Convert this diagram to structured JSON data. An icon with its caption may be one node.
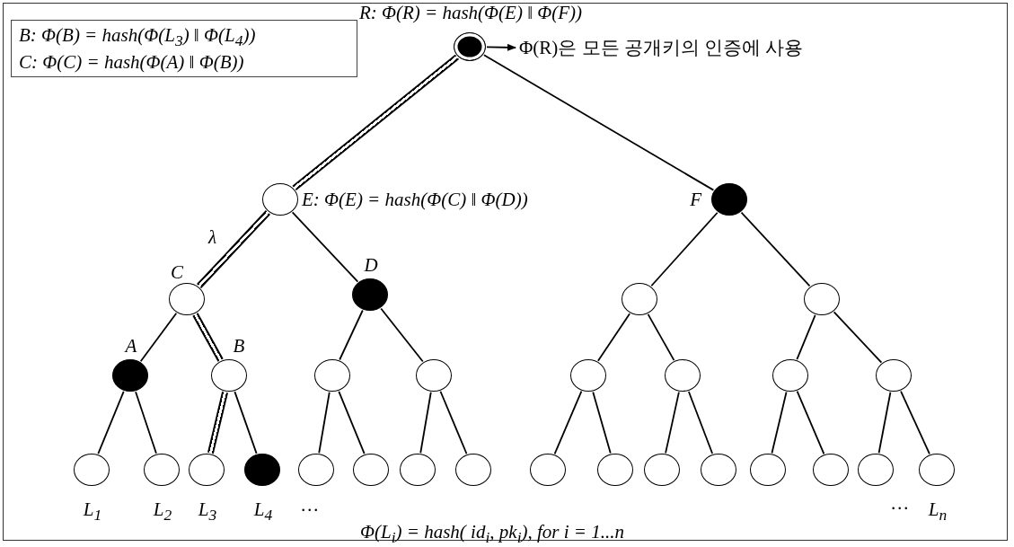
{
  "diagram": {
    "nodes": [
      {
        "text": [
          "B: Φ(B) = hash(Φ(L$_{3}$) ‖ Φ(L$_{4}$))",
          "C: Φ(C) = hash(Φ(A) ‖ Φ(B))"
        ]
      },
      {
        "text": [
          "R: Φ(R) = hash(Φ(E) ‖ Φ(F))"
        ]
      },
      {
        "text": [
          "Φ(R)은 모든 공개키의 인증에 사용"
        ]
      },
      {
        "text": [
          "E: Φ(E) = hash(Φ(C) ‖ Φ(D))"
        ]
      },
      {
        "text": [
          "F"
        ]
      },
      {
        "text": [
          "C"
        ]
      },
      {
        "text": [
          "D"
        ]
      },
      {
        "text": [],
        "shape": "circle"
      },
      {
        "text": [],
        "shape": "circle"
      },
      {
        "text": [
          "A"
        ]
      },
      {
        "text": [
          "B"
        ]
      },
      {
        "text": [],
        "shape": "circle"
      },
      {
        "text": [],
        "shape": "circle"
      },
      {
        "text": [],
        "shape": "circle"
      },
      {
        "text": [],
        "shape": "circle"
      },
      {
        "text": [],
        "shape": "circle"
      },
      {
        "text": [],
        "shape": "circle"
      },
      {
        "text": [
          "L$_{1}$"
        ]
      },
      {
        "text": [
          "L$_{2}$"
        ]
      },
      {
        "text": [
          "L$_{3}$"
        ]
      },
      {
        "text": [
          "L$_{4}$"
        ]
      },
      {
        "text": [],
        "shape": "circle"
      },
      {
        "text": [],
        "shape": "circle"
      },
      {
        "text": [],
        "shape": "circle"
      },
      {
        "text": [],
        "shape": "circle"
      },
      {
        "text": [],
        "shape": "circle"
      },
      {
        "text": [],
        "shape": "circle"
      },
      {
        "text": [],
        "shape": "circle"
      },
      {
        "text": [],
        "shape": "circle"
      },
      {
        "text": [],
        "shape": "circle"
      },
      {
        "text": [],
        "shape": "circle"
      },
      {
        "text": [],
        "shape": "circle"
      },
      {
        "text": [
          "L$_{n}$"
        ]
      }
    ],
    "edges": [
      {
        "from": 1,
        "to": 2,
        "arrow": "to"
      },
      {
        "from": 1,
        "to": 3,
        "arrow": "none",
        "style": "thick"
      },
      {
        "from": 1,
        "to": 4,
        "arrow": "none"
      },
      {
        "from": 3,
        "to": 5,
        "arrow": "none",
        "style": "thick",
        "label": "λ"
      },
      {
        "from": 3,
        "to": 6,
        "arrow": "none"
      },
      {
        "from": 4,
        "to": 7,
        "arrow": "none"
      },
      {
        "from": 4,
        "to": 8,
        "arrow": "none"
      },
      {
        "from": 5,
        "to": 9,
        "arrow": "none"
      },
      {
        "from": 5,
        "to": 10,
        "arrow": "none",
        "style": "thick"
      },
      {
        "from": 6,
        "to": 11,
        "arrow": "none"
      },
      {
        "from": 6,
        "to": 12,
        "arrow": "none"
      },
      {
        "from": 7,
        "to": 13,
        "arrow": "none"
      },
      {
        "from": 7,
        "to": 14,
        "arrow": "none"
      },
      {
        "from": 8,
        "to": 15,
        "arrow": "none"
      },
      {
        "from": 8,
        "to": 16,
        "arrow": "none"
      },
      {
        "from": 9,
        "to": 17,
        "arrow": "none"
      },
      {
        "from": 9,
        "to": 18,
        "arrow": "none"
      },
      {
        "from": 10,
        "to": 19,
        "arrow": "none",
        "style": "thick"
      },
      {
        "from": 10,
        "to": 20,
        "arrow": "none"
      },
      {
        "from": 11,
        "to": 21,
        "arrow": "none"
      },
      {
        "from": 11,
        "to": 22,
        "arrow": "none"
      },
      {
        "from": 12,
        "to": 23,
        "arrow": "none"
      },
      {
        "from": 12,
        "to": 24,
        "arrow": "none"
      },
      {
        "from": 13,
        "to": 25,
        "arrow": "none"
      },
      {
        "from": 13,
        "to": 26,
        "arrow": "none"
      },
      {
        "from": 14,
        "to": 27,
        "arrow": "none"
      },
      {
        "from": 14,
        "to": 28,
        "arrow": "none"
      },
      {
        "from": 15,
        "to": 29,
        "arrow": "none"
      },
      {
        "from": 15,
        "to": 30,
        "arrow": "none"
      },
      {
        "from": 16,
        "to": 31,
        "arrow": "none"
      },
      {
        "from": 16,
        "to": 32,
        "arrow": "none"
      }
    ],
    "labels": [
      "…",
      "…",
      "Φ(L$_{i}$) = hash( id$_{i}$, pk$_{i}$), for i = 1...n"
    ]
  }
}
